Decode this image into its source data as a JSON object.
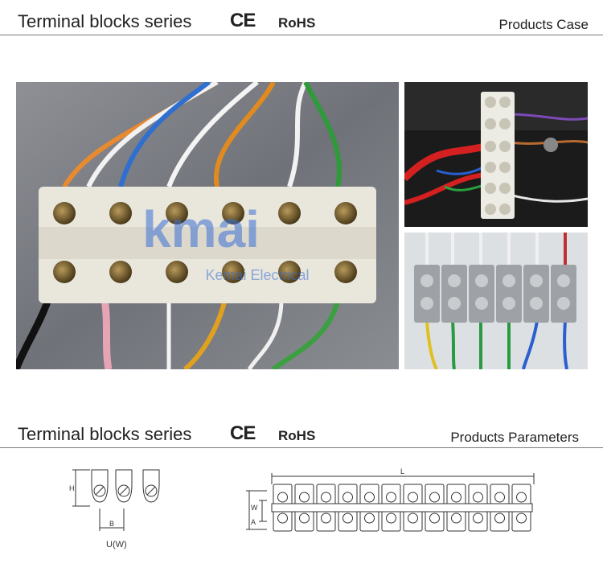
{
  "sections": [
    {
      "title": "Terminal blocks series",
      "ce_mark": "CE",
      "rohs_mark": "RoHS",
      "right_label": "Products Case"
    },
    {
      "title": "Terminal blocks series",
      "ce_mark": "CE",
      "rohs_mark": "RoHS",
      "right_label": "Products Parameters"
    }
  ],
  "photos": {
    "main_watermark_logo": "kmai",
    "main_watermark_text": "Kemai Electrical"
  },
  "diagrams": {
    "single": {
      "label_h": "H",
      "label_b": "B",
      "caption": "U(W)"
    },
    "strip": {
      "label_l": "L",
      "label_w": "W",
      "label_a": "A"
    }
  }
}
